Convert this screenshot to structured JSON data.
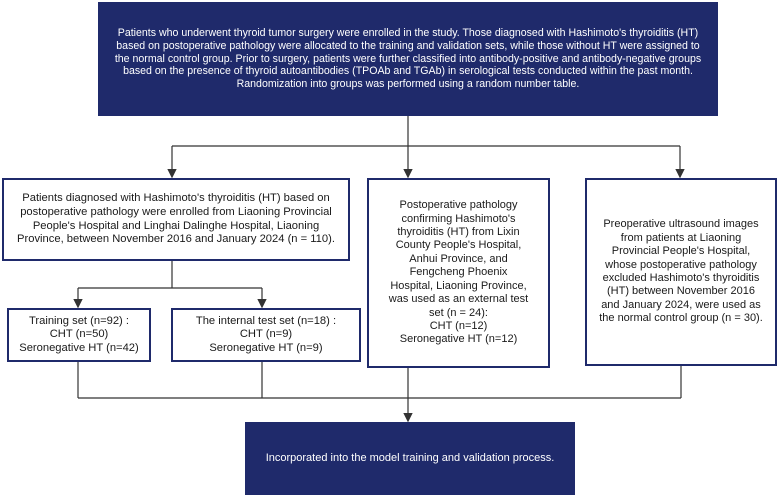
{
  "top_box": {
    "text": "Patients who underwent thyroid tumor surgery were enrolled in the study. Those diagnosed with Hashimoto's thyroiditis (HT) based on postoperative pathology were allocated to the training and validation sets, while those without HT were assigned to the normal control group. Prior to surgery, patients were further classified into antibody-positive and antibody-negative groups based on the presence of thyroid autoantibodies (TPOAb and TGAb) in serological tests conducted within the past month. Randomization into groups was performed using a random number table."
  },
  "left_box": {
    "text": "Patients diagnosed with Hashimoto's thyroiditis (HT) based on postoperative pathology were enrolled from Liaoning Provincial People's Hospital and Linghai Dalinghe Hospital, Liaoning Province, between November 2016 and January 2024 (n = 110)."
  },
  "training_box": {
    "line1": "Training  set  (n=92) :",
    "line2": "CHT  (n=50)",
    "line3": "Seronegative HT  (n=42)"
  },
  "internal_box": {
    "line1": "The internal test set  (n=18) :",
    "line2": "CHT  (n=9)",
    "line3": "Seronegative HT  (n=9)"
  },
  "external_box": {
    "text": "Postoperative pathology confirming Hashimoto's thyroiditis (HT) from Lixin County People's Hospital, Anhui Province, and Fengcheng Phoenix Hospital, Liaoning Province, was used as an external test set (n = 24):",
    "line2": "CHT  (n=12)",
    "line3": "Seronegative HT  (n=12)"
  },
  "normal_box": {
    "text": "Preoperative ultrasound images from patients at Liaoning Provincial People's Hospital, whose postoperative pathology excluded Hashimoto's thyroiditis (HT) between November 2016 and January 2024, were used as the normal control group (n = 30)."
  },
  "bottom_box": {
    "text": "Incorporated into the model training and validation process."
  },
  "colors": {
    "box_fill": "#1f2a6b",
    "border": "#1f2a6b",
    "line": "#333333"
  }
}
